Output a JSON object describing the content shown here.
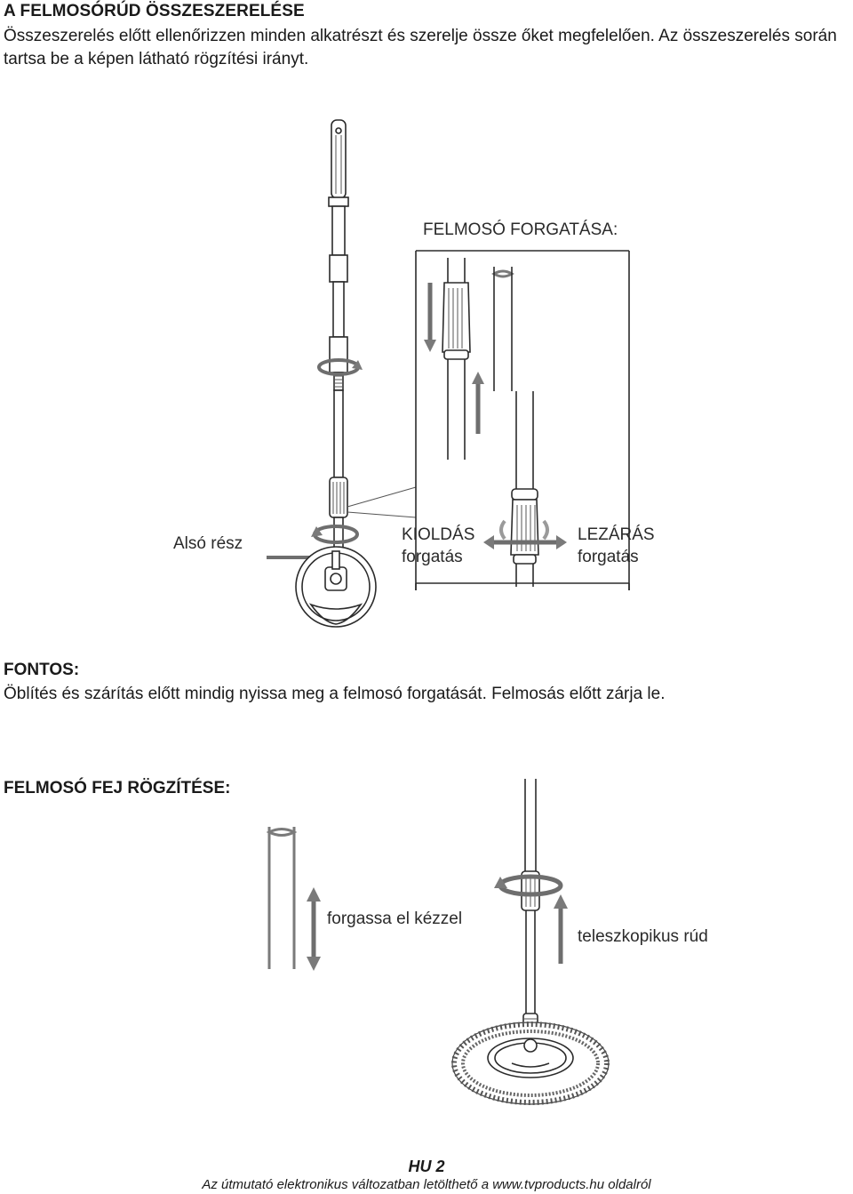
{
  "section1": {
    "title": "A FELMOSÓRÚD ÖSSZESZERELÉSE",
    "intro": "Összeszerelés előtt ellenőrizzen minden alkatrészt és szerelje össze őket megfelelően. Az összeszerelés során tartsa be a képen látható rögzítési irányt."
  },
  "figure1": {
    "rotation_title": "FELMOSÓ FORGATÁSA:",
    "lower_part": "Alsó rész",
    "unlock_line1": "KIOLDÁS",
    "unlock_line2": "forgatás",
    "lock_line1": "LEZÁRÁS",
    "lock_line2": "forgatás"
  },
  "important": {
    "title": "FONTOS:",
    "text": "Öblítés és szárítás előtt mindig nyissa meg a felmosó forgatását. Felmosás előtt zárja le."
  },
  "section2": {
    "title": "FELMOSÓ FEJ RÖGZÍTÉSE:",
    "turn_by_hand": "forgassa el kézzel",
    "telescopic_pole": "teleszkopikus rúd"
  },
  "footer": {
    "page": "HU 2",
    "note": "Az útmutató elektronikus változatban letölthető a www.tvproducts.hu oldalról"
  }
}
